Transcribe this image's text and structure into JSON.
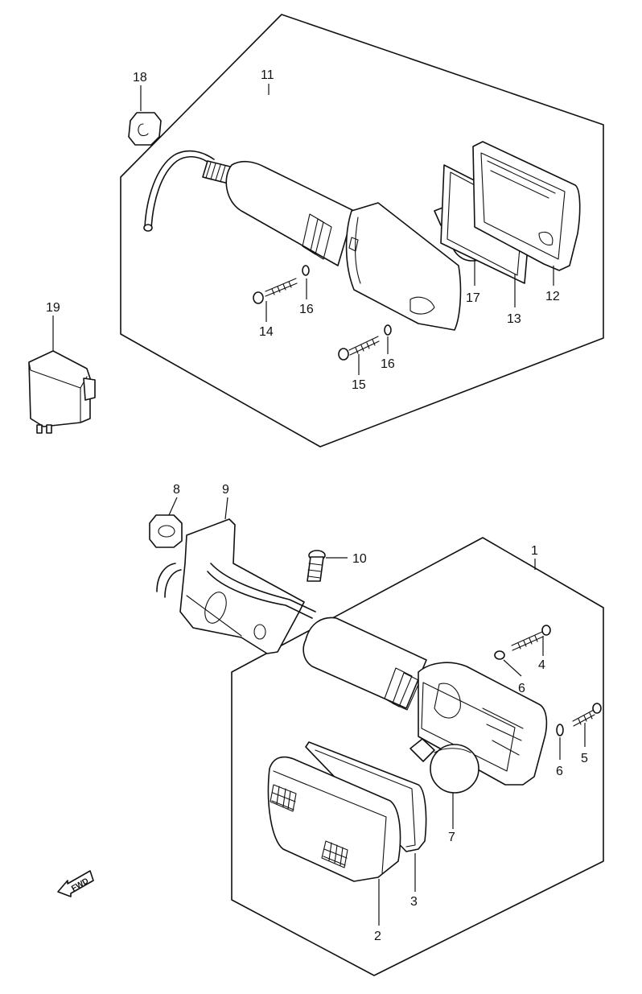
{
  "callouts": {
    "p1": "1",
    "p2": "2",
    "p3": "3",
    "p4": "4",
    "p5": "5",
    "p6a": "6",
    "p6b": "6",
    "p7": "7",
    "p8": "8",
    "p9": "9",
    "p10": "10",
    "p11": "11",
    "p12": "12",
    "p13": "13",
    "p14": "14",
    "p15": "15",
    "p16a": "16",
    "p16b": "16",
    "p17": "17",
    "p18": "18",
    "p19": "19"
  },
  "direction_marker": "FWD",
  "icons": {
    "direction": "arrow-left-icon"
  }
}
